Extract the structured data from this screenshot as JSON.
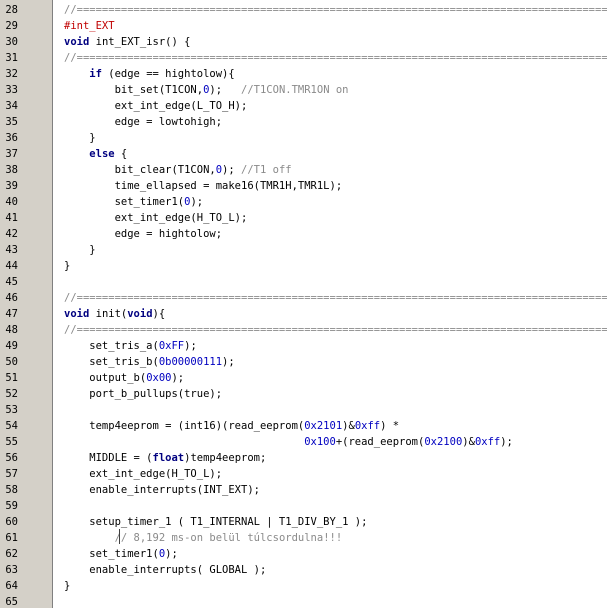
{
  "editor": {
    "lines": [
      {
        "n": "28",
        "tokens": [
          {
            "t": "//======================================================================================",
            "c": "comment"
          }
        ]
      },
      {
        "n": "29",
        "tokens": [
          {
            "t": "#int_EXT",
            "c": "pre"
          }
        ]
      },
      {
        "n": "30",
        "tokens": [
          {
            "t": "void",
            "c": "kw"
          },
          {
            "t": " int_EXT_isr() {",
            "c": ""
          }
        ]
      },
      {
        "n": "31",
        "tokens": [
          {
            "t": "//======================================================================================",
            "c": "comment"
          }
        ]
      },
      {
        "n": "32",
        "tokens": [
          {
            "t": "    ",
            "c": ""
          },
          {
            "t": "if",
            "c": "kw"
          },
          {
            "t": " (edge == hightolow){",
            "c": ""
          }
        ]
      },
      {
        "n": "33",
        "tokens": [
          {
            "t": "        bit_set(T1CON,",
            "c": ""
          },
          {
            "t": "0",
            "c": "num"
          },
          {
            "t": ");   ",
            "c": ""
          },
          {
            "t": "//T1CON.TMR1ON on",
            "c": "comment"
          }
        ]
      },
      {
        "n": "34",
        "tokens": [
          {
            "t": "        ext_int_edge(L_TO_H);",
            "c": ""
          }
        ]
      },
      {
        "n": "35",
        "tokens": [
          {
            "t": "        edge = lowtohigh;",
            "c": ""
          }
        ]
      },
      {
        "n": "36",
        "tokens": [
          {
            "t": "    }",
            "c": ""
          }
        ]
      },
      {
        "n": "37",
        "tokens": [
          {
            "t": "    ",
            "c": ""
          },
          {
            "t": "else",
            "c": "kw"
          },
          {
            "t": " {",
            "c": ""
          }
        ]
      },
      {
        "n": "38",
        "tokens": [
          {
            "t": "        bit_clear(T1CON,",
            "c": ""
          },
          {
            "t": "0",
            "c": "num"
          },
          {
            "t": "); ",
            "c": ""
          },
          {
            "t": "//T1 off",
            "c": "comment"
          }
        ]
      },
      {
        "n": "39",
        "tokens": [
          {
            "t": "        time_ellapsed = make16(TMR1H,TMR1L);",
            "c": ""
          }
        ]
      },
      {
        "n": "40",
        "tokens": [
          {
            "t": "        set_timer1(",
            "c": ""
          },
          {
            "t": "0",
            "c": "num"
          },
          {
            "t": ");",
            "c": ""
          }
        ]
      },
      {
        "n": "41",
        "tokens": [
          {
            "t": "        ext_int_edge(H_TO_L);",
            "c": ""
          }
        ]
      },
      {
        "n": "42",
        "tokens": [
          {
            "t": "        edge = hightolow;",
            "c": ""
          }
        ]
      },
      {
        "n": "43",
        "tokens": [
          {
            "t": "    }",
            "c": ""
          }
        ]
      },
      {
        "n": "44",
        "tokens": [
          {
            "t": "}",
            "c": ""
          }
        ]
      },
      {
        "n": "45",
        "tokens": []
      },
      {
        "n": "46",
        "tokens": [
          {
            "t": "//======================================================================================",
            "c": "comment"
          }
        ]
      },
      {
        "n": "47",
        "tokens": [
          {
            "t": "void",
            "c": "kw"
          },
          {
            "t": " init(",
            "c": ""
          },
          {
            "t": "void",
            "c": "kw"
          },
          {
            "t": "){",
            "c": ""
          }
        ]
      },
      {
        "n": "48",
        "tokens": [
          {
            "t": "//======================================================================================",
            "c": "comment"
          }
        ]
      },
      {
        "n": "49",
        "tokens": [
          {
            "t": "    set_tris_a(",
            "c": ""
          },
          {
            "t": "0xFF",
            "c": "num"
          },
          {
            "t": ");",
            "c": ""
          }
        ]
      },
      {
        "n": "50",
        "tokens": [
          {
            "t": "    set_tris_b(",
            "c": ""
          },
          {
            "t": "0b00000111",
            "c": "num"
          },
          {
            "t": ");",
            "c": ""
          }
        ]
      },
      {
        "n": "51",
        "tokens": [
          {
            "t": "    output_b(",
            "c": ""
          },
          {
            "t": "0x00",
            "c": "num"
          },
          {
            "t": ");",
            "c": ""
          }
        ]
      },
      {
        "n": "52",
        "tokens": [
          {
            "t": "    port_b_pullups(true);",
            "c": ""
          }
        ]
      },
      {
        "n": "53",
        "tokens": []
      },
      {
        "n": "54",
        "tokens": [
          {
            "t": "    temp4eeprom = (int16)(read_eeprom(",
            "c": ""
          },
          {
            "t": "0x2101",
            "c": "num"
          },
          {
            "t": ")&",
            "c": ""
          },
          {
            "t": "0xff",
            "c": "num"
          },
          {
            "t": ") *",
            "c": ""
          }
        ]
      },
      {
        "n": "55",
        "tokens": [
          {
            "t": "                                      ",
            "c": ""
          },
          {
            "t": "0x100",
            "c": "num"
          },
          {
            "t": "+(read_eeprom(",
            "c": ""
          },
          {
            "t": "0x2100",
            "c": "num"
          },
          {
            "t": ")&",
            "c": ""
          },
          {
            "t": "0xff",
            "c": "num"
          },
          {
            "t": ");",
            "c": ""
          }
        ]
      },
      {
        "n": "56",
        "tokens": [
          {
            "t": "    MIDDLE = (",
            "c": ""
          },
          {
            "t": "float",
            "c": "kw"
          },
          {
            "t": ")temp4eeprom;",
            "c": ""
          }
        ]
      },
      {
        "n": "57",
        "tokens": [
          {
            "t": "    ext_int_edge(H_TO_L);",
            "c": ""
          }
        ]
      },
      {
        "n": "58",
        "tokens": [
          {
            "t": "    enable_interrupts(INT_EXT);",
            "c": ""
          }
        ]
      },
      {
        "n": "59",
        "tokens": []
      },
      {
        "n": "60",
        "tokens": [
          {
            "t": "    setup_timer_1 ( T1_INTERNAL | T1_DIV_BY_1 );",
            "c": ""
          }
        ]
      },
      {
        "n": "61",
        "tokens": [
          {
            "t": "        ",
            "c": ""
          },
          {
            "t": "// 8,192 ms-on belül túlcsordulna!!!",
            "c": "comment"
          }
        ]
      },
      {
        "n": "62",
        "tokens": [
          {
            "t": "    set_timer1(",
            "c": ""
          },
          {
            "t": "0",
            "c": "num"
          },
          {
            "t": ");",
            "c": ""
          }
        ]
      },
      {
        "n": "63",
        "tokens": [
          {
            "t": "    enable_interrupts( GLOBAL );",
            "c": ""
          }
        ]
      },
      {
        "n": "64",
        "tokens": [
          {
            "t": "}",
            "c": ""
          }
        ]
      },
      {
        "n": "65",
        "tokens": []
      }
    ]
  }
}
